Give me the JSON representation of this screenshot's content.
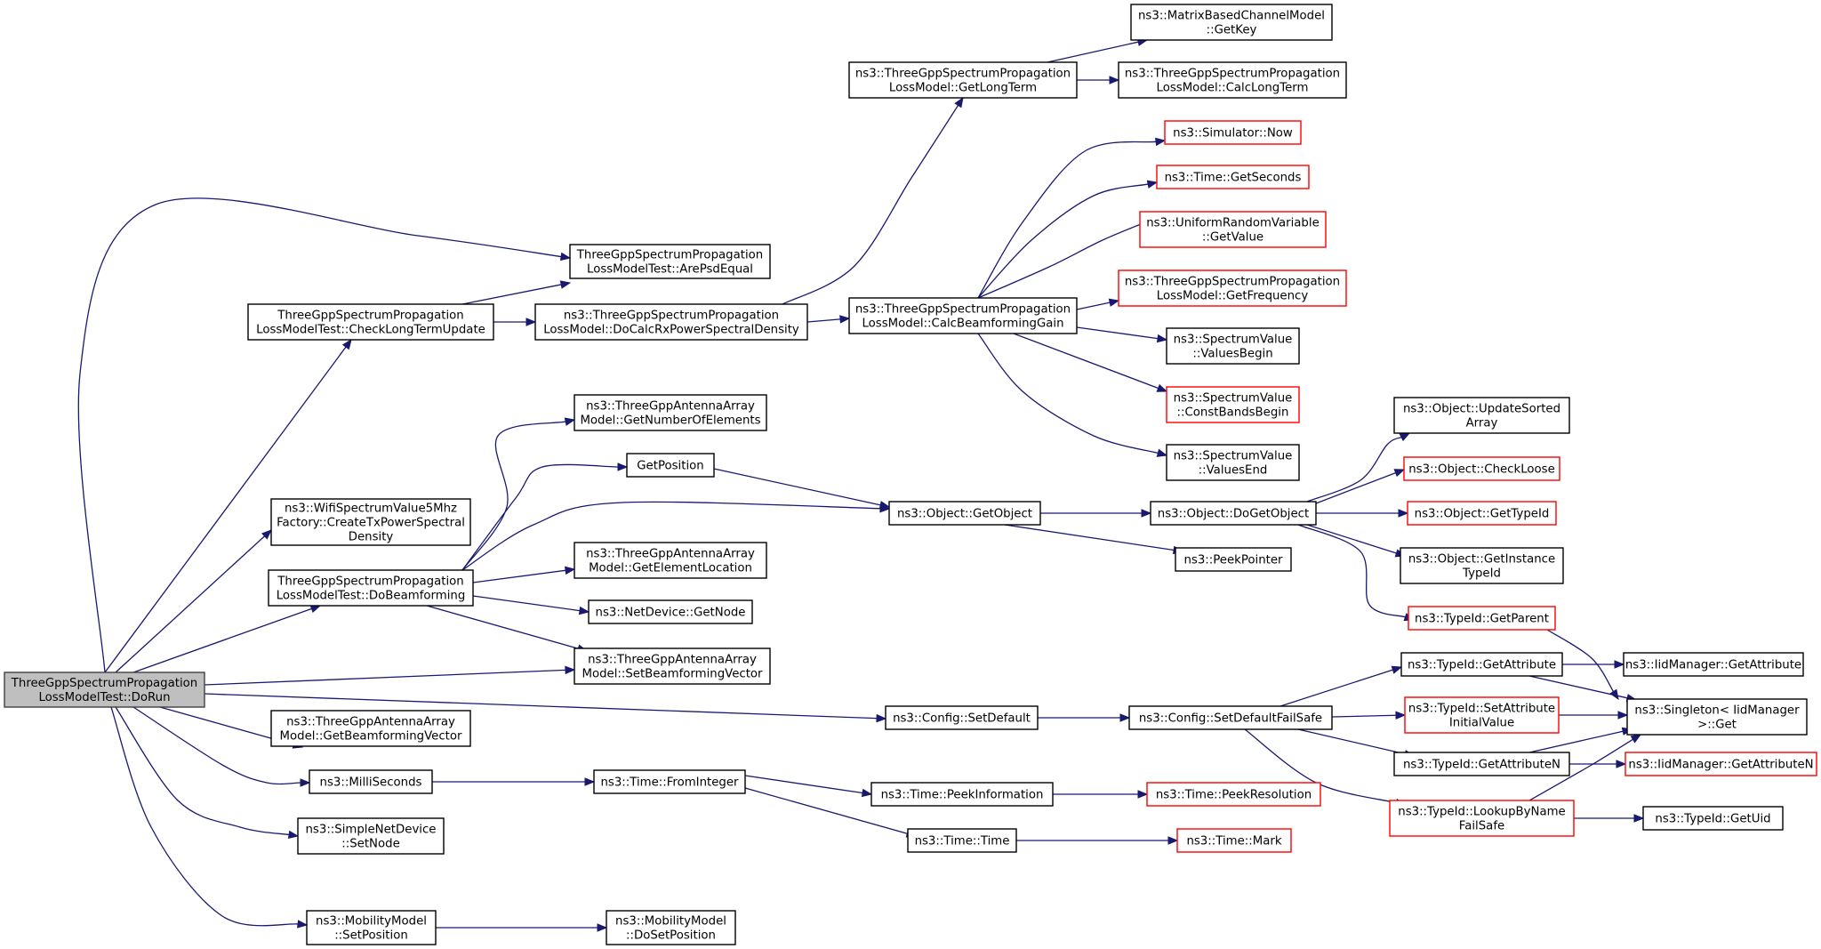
{
  "diagram": {
    "type": "call-graph",
    "colors": {
      "edge": "#191970",
      "node_border": "#000000",
      "truncated_border": "#ff0000",
      "root_fill": "#bfbfbf"
    },
    "nodes": [
      {
        "id": "dorun",
        "lines": [
          "ThreeGppSpectrumPropagation",
          "LossModelTest::DoRun"
        ],
        "style": "root"
      },
      {
        "id": "arepsd",
        "lines": [
          "ThreeGppSpectrumPropagation",
          "LossModelTest::ArePsdEqual"
        ],
        "style": "normal"
      },
      {
        "id": "checklt",
        "lines": [
          "ThreeGppSpectrumPropagation",
          "LossModelTest::CheckLongTermUpdate"
        ],
        "style": "normal"
      },
      {
        "id": "docalcrx",
        "lines": [
          "ns3::ThreeGppSpectrumPropagation",
          "LossModel::DoCalcRxPowerSpectralDensity"
        ],
        "style": "normal"
      },
      {
        "id": "getlongterm",
        "lines": [
          "ns3::ThreeGppSpectrumPropagation",
          "LossModel::GetLongTerm"
        ],
        "style": "normal"
      },
      {
        "id": "getkey",
        "lines": [
          "ns3::MatrixBasedChannelModel",
          "::GetKey"
        ],
        "style": "normal"
      },
      {
        "id": "calclongterm",
        "lines": [
          "ns3::ThreeGppSpectrumPropagation",
          "LossModel::CalcLongTerm"
        ],
        "style": "normal"
      },
      {
        "id": "calcbf",
        "lines": [
          "ns3::ThreeGppSpectrumPropagation",
          "LossModel::CalcBeamformingGain"
        ],
        "style": "normal"
      },
      {
        "id": "simnow",
        "lines": [
          "ns3::Simulator::Now"
        ],
        "style": "red"
      },
      {
        "id": "getseconds",
        "lines": [
          "ns3::Time::GetSeconds"
        ],
        "style": "red"
      },
      {
        "id": "urvget",
        "lines": [
          "ns3::UniformRandomVariable",
          "::GetValue"
        ],
        "style": "red"
      },
      {
        "id": "getfreq",
        "lines": [
          "ns3::ThreeGppSpectrumPropagation",
          "LossModel::GetFrequency"
        ],
        "style": "red"
      },
      {
        "id": "svbegin",
        "lines": [
          "ns3::SpectrumValue",
          "::ValuesBegin"
        ],
        "style": "normal"
      },
      {
        "id": "svconstbands",
        "lines": [
          "ns3::SpectrumValue",
          "::ConstBandsBegin"
        ],
        "style": "red"
      },
      {
        "id": "svend",
        "lines": [
          "ns3::SpectrumValue",
          "::ValuesEnd"
        ],
        "style": "normal"
      },
      {
        "id": "getnumel",
        "lines": [
          "ns3::ThreeGppAntennaArray",
          "Model::GetNumberOfElements"
        ],
        "style": "normal"
      },
      {
        "id": "getposition",
        "lines": [
          "GetPosition"
        ],
        "style": "normal"
      },
      {
        "id": "getobject",
        "lines": [
          "ns3::Object::GetObject"
        ],
        "style": "normal"
      },
      {
        "id": "dogetobject",
        "lines": [
          "ns3::Object::DoGetObject"
        ],
        "style": "normal"
      },
      {
        "id": "peekpointer",
        "lines": [
          "ns3::PeekPointer"
        ],
        "style": "normal"
      },
      {
        "id": "updatesorted",
        "lines": [
          "ns3::Object::UpdateSorted",
          "Array"
        ],
        "style": "normal"
      },
      {
        "id": "checkloose",
        "lines": [
          "ns3::Object::CheckLoose"
        ],
        "style": "red"
      },
      {
        "id": "objgettypeid",
        "lines": [
          "ns3::Object::GetTypeId"
        ],
        "style": "red"
      },
      {
        "id": "getinstancetypeid",
        "lines": [
          "ns3::Object::GetInstance",
          "TypeId"
        ],
        "style": "normal"
      },
      {
        "id": "typeidgetparent",
        "lines": [
          "ns3::TypeId::GetParent"
        ],
        "style": "red"
      },
      {
        "id": "wifispectrum",
        "lines": [
          "ns3::WifiSpectrumValue5Mhz",
          "Factory::CreateTxPowerSpectral",
          "Density"
        ],
        "style": "normal"
      },
      {
        "id": "dobeamforming",
        "lines": [
          "ThreeGppSpectrumPropagation",
          "LossModelTest::DoBeamforming"
        ],
        "style": "normal"
      },
      {
        "id": "getelemloc",
        "lines": [
          "ns3::ThreeGppAntennaArray",
          "Model::GetElementLocation"
        ],
        "style": "normal"
      },
      {
        "id": "netdevgetnode",
        "lines": [
          "ns3::NetDevice::GetNode"
        ],
        "style": "normal"
      },
      {
        "id": "setbfvector",
        "lines": [
          "ns3::ThreeGppAntennaArray",
          "Model::SetBeamformingVector"
        ],
        "style": "normal"
      },
      {
        "id": "getbfvector",
        "lines": [
          "ns3::ThreeGppAntennaArray",
          "Model::GetBeamformingVector"
        ],
        "style": "normal"
      },
      {
        "id": "millis",
        "lines": [
          "ns3::MilliSeconds"
        ],
        "style": "normal"
      },
      {
        "id": "snsetnode",
        "lines": [
          "ns3::SimpleNetDevice",
          "::SetNode"
        ],
        "style": "normal"
      },
      {
        "id": "mmsetpos",
        "lines": [
          "ns3::MobilityModel",
          "::SetPosition"
        ],
        "style": "normal"
      },
      {
        "id": "mmdosetpos",
        "lines": [
          "ns3::MobilityModel",
          "::DoSetPosition"
        ],
        "style": "normal"
      },
      {
        "id": "configsetdefault",
        "lines": [
          "ns3::Config::SetDefault"
        ],
        "style": "normal"
      },
      {
        "id": "setdefaultfailsafe",
        "lines": [
          "ns3::Config::SetDefaultFailSafe"
        ],
        "style": "normal"
      },
      {
        "id": "tidgetattr",
        "lines": [
          "ns3::TypeId::GetAttribute"
        ],
        "style": "normal"
      },
      {
        "id": "iidgetattr",
        "lines": [
          "ns3::IidManager::GetAttribute"
        ],
        "style": "normal"
      },
      {
        "id": "tidsetattrinit",
        "lines": [
          "ns3::TypeId::SetAttribute",
          "InitialValue"
        ],
        "style": "red"
      },
      {
        "id": "singletonget",
        "lines": [
          "ns3::Singleton< IidManager",
          ">::Get"
        ],
        "style": "normal"
      },
      {
        "id": "tidgetattrn",
        "lines": [
          "ns3::TypeId::GetAttributeN"
        ],
        "style": "normal"
      },
      {
        "id": "iidgetattrn",
        "lines": [
          "ns3::IidManager::GetAttributeN"
        ],
        "style": "red"
      },
      {
        "id": "lookupbyname",
        "lines": [
          "ns3::TypeId::LookupByName",
          "FailSafe"
        ],
        "style": "red"
      },
      {
        "id": "tidgetuid",
        "lines": [
          "ns3::TypeId::GetUid"
        ],
        "style": "normal"
      },
      {
        "id": "fromint",
        "lines": [
          "ns3::Time::FromInteger"
        ],
        "style": "normal"
      },
      {
        "id": "peekinfo",
        "lines": [
          "ns3::Time::PeekInformation"
        ],
        "style": "normal"
      },
      {
        "id": "peekres",
        "lines": [
          "ns3::Time::PeekResolution"
        ],
        "style": "red"
      },
      {
        "id": "timetime",
        "lines": [
          "ns3::Time::Time"
        ],
        "style": "normal"
      },
      {
        "id": "timemark",
        "lines": [
          "ns3::Time::Mark"
        ],
        "style": "red"
      }
    ]
  }
}
